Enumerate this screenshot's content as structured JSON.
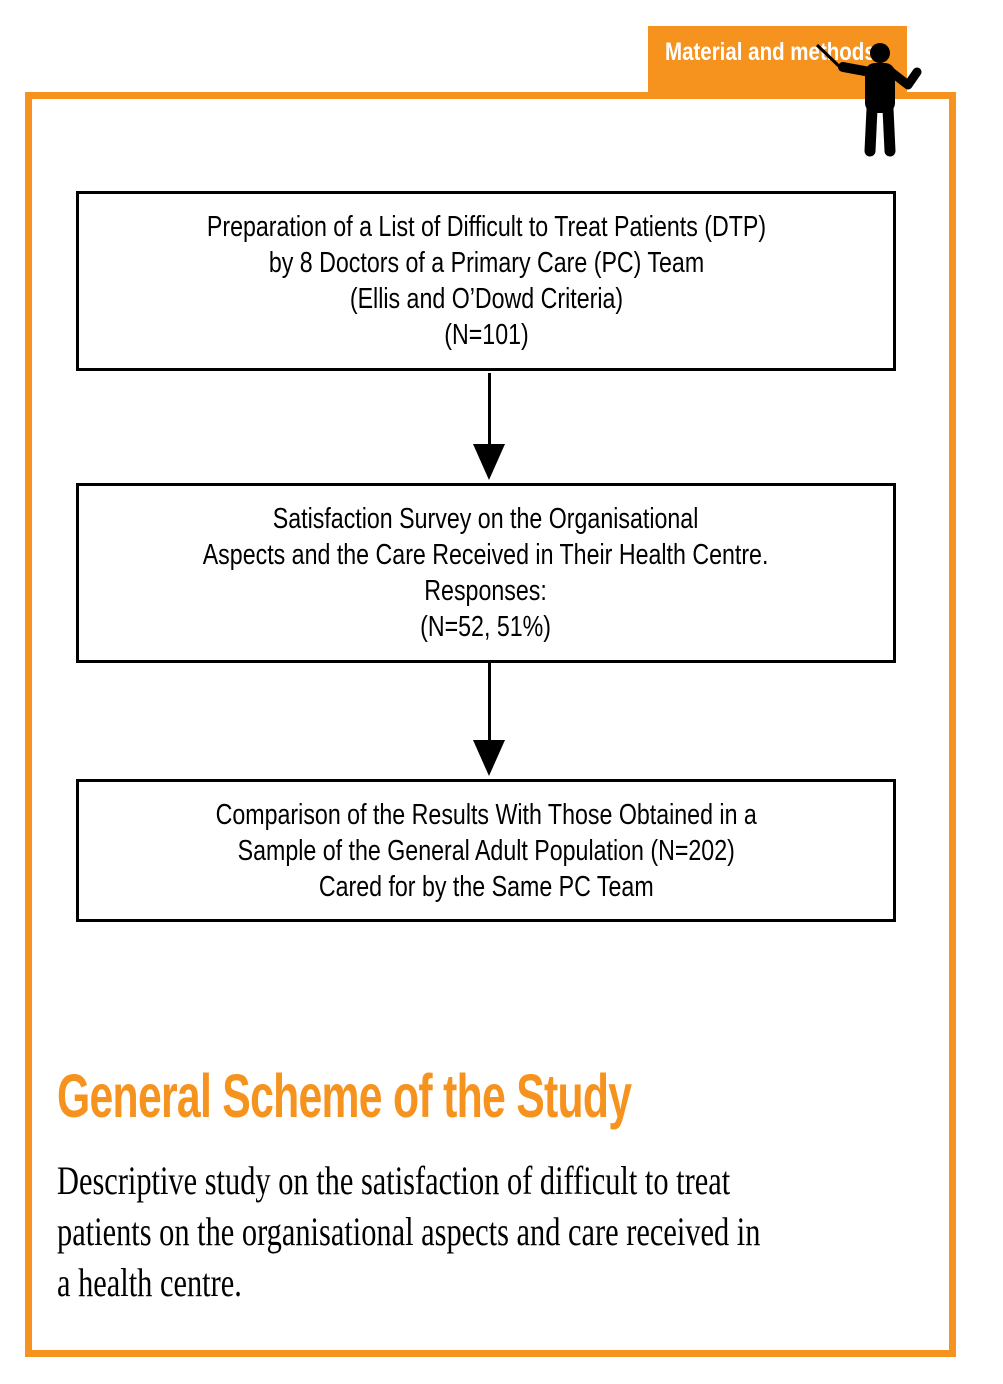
{
  "page": {
    "accent_color": "#F6921E",
    "tab_label": "Material and methods"
  },
  "icons": {
    "presenter": "presenter-with-pointer-icon"
  },
  "flowchart": {
    "boxes": [
      {
        "name": "preparation-of-dtp-list",
        "lines": [
          "Preparation of a List of Difficult to Treat Patients (DTP)",
          "by 8 Doctors of a Primary Care (PC) Team",
          "(Ellis and O’Dowd Criteria)",
          "(N=101)"
        ]
      },
      {
        "name": "satisfaction-survey",
        "lines": [
          "Satisfaction Survey on the Organisational",
          "Aspects and the Care Received in Their Health Centre.",
          "Responses:",
          "(N=52, 51%)"
        ]
      },
      {
        "name": "comparison-of-results",
        "lines": [
          "Comparison of the Results With Those Obtained in a",
          "Sample of the General Adult Population (N=202)",
          "Cared for by the Same PC Team"
        ]
      }
    ]
  },
  "main": {
    "heading": "General Scheme of the Study",
    "description_lines": [
      "Descriptive study on the satisfaction of difficult to treat",
      "patients on the organisational aspects and care received in",
      "a health centre."
    ]
  }
}
